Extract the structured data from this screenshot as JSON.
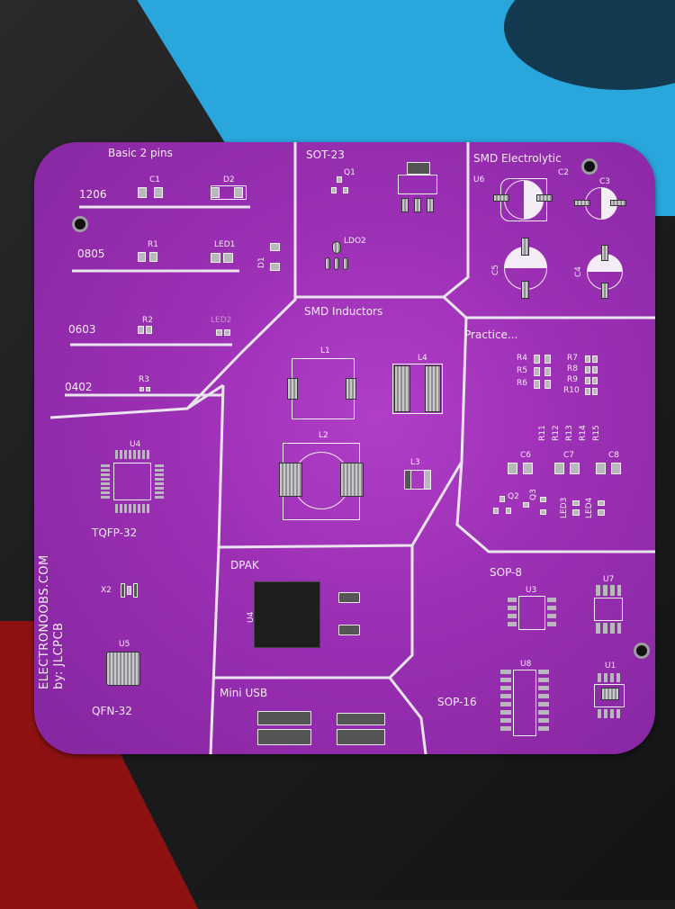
{
  "scene": {
    "description": "Purple PCB SMD soldering practice board on a work mat",
    "colors": {
      "board": "#9a2fb3",
      "silkscreen": "#f4ecf6",
      "mat_blue": "#29a6dc",
      "mat_black": "#1c1c1e",
      "red_cloth": "#8e1212"
    }
  },
  "board": {
    "credits": {
      "line1": "ELECTRONOOBS.COM",
      "line2": "by: JLCPCB"
    },
    "sections": {
      "basic": {
        "title": "Basic 2 pins",
        "rows": [
          {
            "size": "1206",
            "refs": [
              "C1",
              "D2"
            ]
          },
          {
            "size": "0805",
            "refs": [
              "R1",
              "LED1",
              "D1"
            ]
          },
          {
            "size": "0603",
            "refs": [
              "R2",
              "LED2"
            ]
          },
          {
            "size": "0402",
            "refs": [
              "R3"
            ]
          }
        ]
      },
      "sot23": {
        "title": "SOT-23",
        "refs": [
          "Q1",
          "U6",
          "LDO2"
        ]
      },
      "electrolytic": {
        "title": "SMD Electrolytic",
        "refs": [
          "C2",
          "C3",
          "C5",
          "C4"
        ]
      },
      "inductors": {
        "title": "SMD Inductors",
        "refs": [
          "L1",
          "L4",
          "L2",
          "L3"
        ]
      },
      "practice": {
        "title": "Practice...",
        "resistors_left": [
          "R4",
          "R5",
          "R6"
        ],
        "resistors_right": [
          "R7",
          "R8",
          "R9",
          "R10"
        ],
        "resistors_vertical": [
          "R11",
          "R12",
          "R13",
          "R14",
          "R15"
        ],
        "caps": [
          "C6",
          "C7",
          "C8"
        ],
        "transistors": [
          "Q2",
          "Q3"
        ],
        "leds": [
          "LED3",
          "LED4"
        ]
      },
      "tqfp": {
        "title": "TQFP-32",
        "ref": "U4"
      },
      "crystal": {
        "ref": "X2"
      },
      "qfn": {
        "title": "QFN-32",
        "ref": "U5"
      },
      "dpak": {
        "title": "DPAK",
        "ref": "U4"
      },
      "miniusb": {
        "title": "Mini USB"
      },
      "sop8": {
        "title": "SOP-8",
        "refs": [
          "U3",
          "U7"
        ]
      },
      "sop16": {
        "title": "SOP-16",
        "refs": [
          "U8",
          "U1"
        ]
      }
    }
  }
}
